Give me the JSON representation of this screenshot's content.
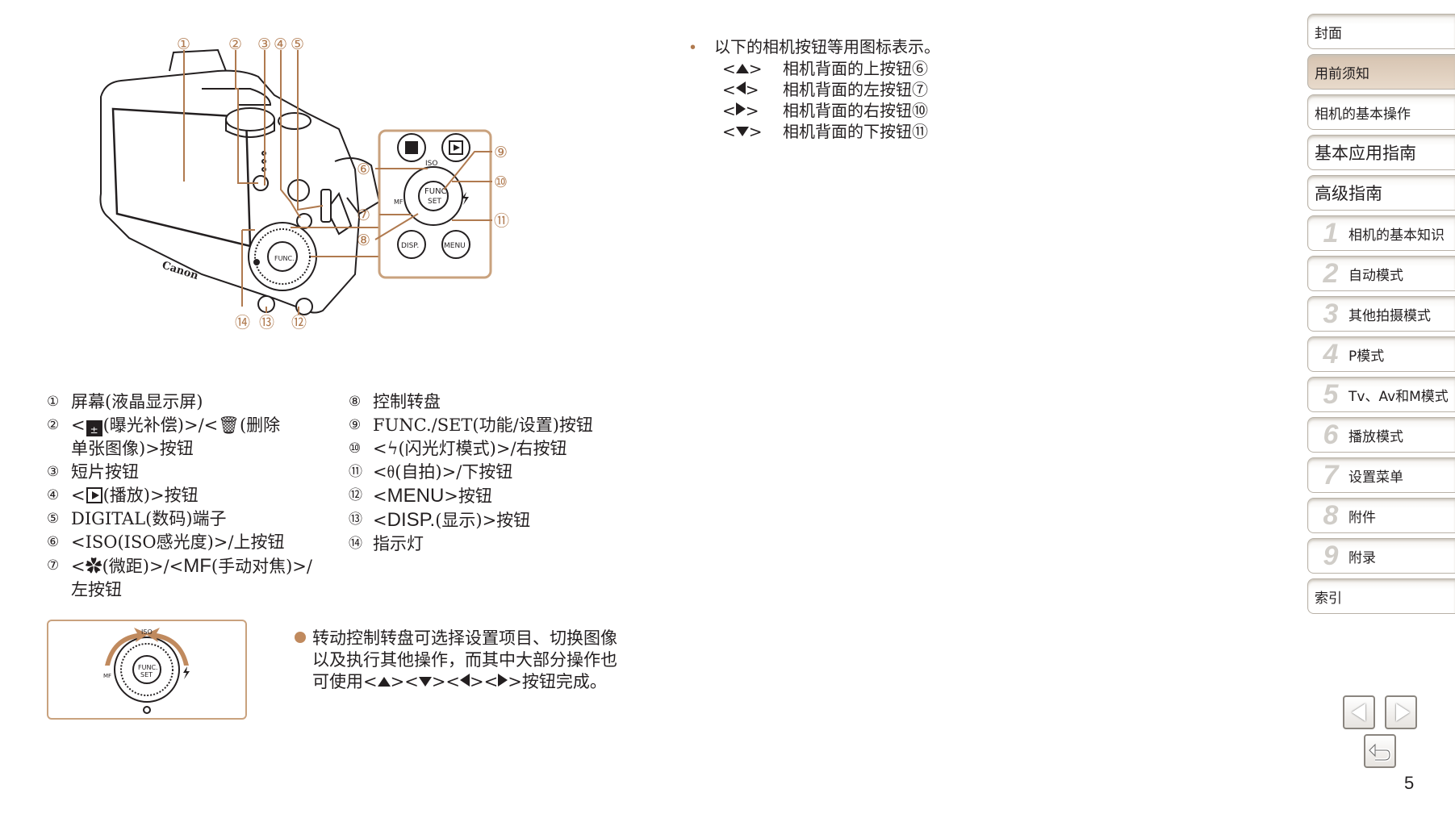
{
  "callouts": {
    "c1": "①",
    "c2": "②",
    "c3": "③",
    "c4": "④",
    "c5": "⑤",
    "c6": "⑥",
    "c7": "⑦",
    "c8": "⑧",
    "c9": "⑨",
    "c10": "⑩",
    "c11": "⑪",
    "c12": "⑫",
    "c13": "⑬",
    "c14": "⑭"
  },
  "camera": {
    "brand": "Canon",
    "func_label": "FUNC.",
    "set_label": "SET",
    "iso_label": "ISO",
    "menu_label": "MENU",
    "disp_label": "DISP.",
    "mf_label": "MF"
  },
  "legend_left": [
    {
      "num": "①",
      "text": "屏幕(液晶显示屏)"
    },
    {
      "num": "②",
      "pre": "<",
      "icon": "exposure-compensation-icon",
      "mid": "(曝光补偿)>/<",
      "icon2": "trash-icon",
      "text": "(删除",
      "text2": "单张图像)>按钮"
    },
    {
      "num": "③",
      "text": "短片按钮"
    },
    {
      "num": "④",
      "pre": "<",
      "icon": "play-icon",
      "text": "(播放)>按钮"
    },
    {
      "num": "⑤",
      "text": "DIGITAL(数码)端子"
    },
    {
      "num": "⑥",
      "text": "<ISO(ISO感光度)>/上按钮"
    },
    {
      "num": "⑦",
      "pre": "<",
      "icon": "macro-icon",
      "mid": "(微距)>/<",
      "mf": "MF",
      "text": "(手动对焦)>/",
      "text2": "左按钮"
    }
  ],
  "legend_right": [
    {
      "num": "⑧",
      "text": "控制转盘"
    },
    {
      "num": "⑨",
      "text": "FUNC./SET(功能/设置)按钮"
    },
    {
      "num": "⑩",
      "pre": "<",
      "icon": "flash-icon",
      "text": "(闪光灯模式)>/右按钮"
    },
    {
      "num": "⑪",
      "pre": "<",
      "icon": "self-timer-icon",
      "text": "(自拍)>/下按钮"
    },
    {
      "num": "⑫",
      "pre": "<",
      "big": "MENU",
      "text": ">按钮"
    },
    {
      "num": "⑬",
      "pre": "<",
      "big": "DISP.",
      "text": "(显示)>按钮"
    },
    {
      "num": "⑭",
      "text": "指示灯"
    }
  ],
  "notes": {
    "bullet": "•",
    "intro": "以下的相机按钮等用图标表示。",
    "mapping": [
      {
        "dir": "up",
        "text": "相机背面的上按钮⑥"
      },
      {
        "dir": "left",
        "text": "相机背面的左按钮⑦"
      },
      {
        "dir": "right",
        "text": "相机背面的右按钮⑩"
      },
      {
        "dir": "down",
        "text": "相机背面的下按钮⑪"
      }
    ]
  },
  "dial_note": {
    "line1": "转动控制转盘可选择设置项目、切换图像",
    "line2": "以及执行其他操作，而其中大部分操作也",
    "line3_pre": "可使用<",
    "line3_post": ">按钮完成。"
  },
  "sidebar": [
    {
      "label": "封面",
      "big": false,
      "active": false
    },
    {
      "label": "用前须知",
      "big": false,
      "active": true
    },
    {
      "label": "相机的基本操作",
      "big": false,
      "active": false
    },
    {
      "label": "基本应用指南",
      "big": true,
      "active": false
    },
    {
      "label": "高级指南",
      "big": true,
      "active": false
    },
    {
      "chapter": "1",
      "label": "相机的基本知识"
    },
    {
      "chapter": "2",
      "label": "自动模式"
    },
    {
      "chapter": "3",
      "label": "其他拍摄模式"
    },
    {
      "chapter": "4",
      "label": "P模式"
    },
    {
      "chapter": "5",
      "label": "Tv、Av和M模式"
    },
    {
      "chapter": "6",
      "label": "播放模式"
    },
    {
      "chapter": "7",
      "label": "设置菜单"
    },
    {
      "chapter": "8",
      "label": "附件"
    },
    {
      "chapter": "9",
      "label": "附录"
    },
    {
      "label": "索引",
      "big": false,
      "active": false
    }
  ],
  "page_number": "5",
  "colors": {
    "accent": "#c08a5e",
    "callout": "#b07a4f",
    "active_tab": "#dccab8"
  }
}
